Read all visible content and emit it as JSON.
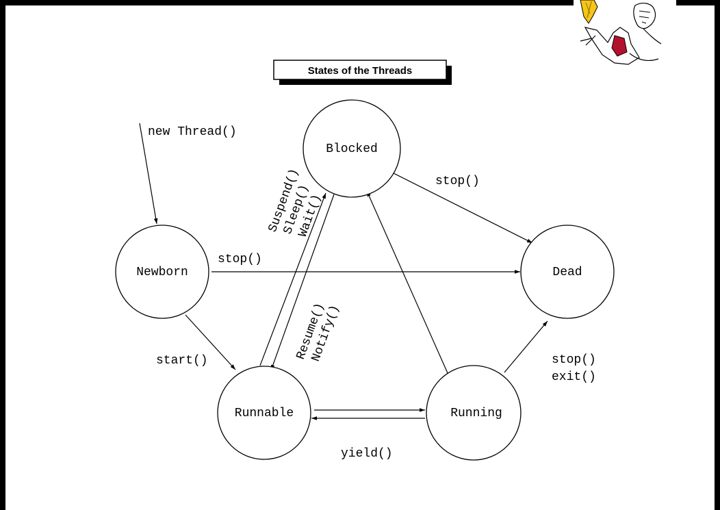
{
  "title": "States of the Threads",
  "states": {
    "newborn": "Newborn",
    "runnable": "Runnable",
    "running": "Running",
    "blocked": "Blocked",
    "dead": "Dead"
  },
  "transitions": {
    "new_thread": "new Thread()",
    "start": "start()",
    "stop_newborn_dead": "stop()",
    "stop_blocked_dead": "stop()",
    "stop_running_dead": "stop()",
    "exit_running_dead": "exit()",
    "yield": "yield()",
    "suspend": "Suspend()",
    "sleep": "Sleep()",
    "wait": "Wait()",
    "resume": "Resume()",
    "notify": "Notify()"
  },
  "colors": {
    "frame": "#000000",
    "background": "#ffffff",
    "mascot_yellow": "#f5c518",
    "mascot_red": "#b3122e"
  }
}
